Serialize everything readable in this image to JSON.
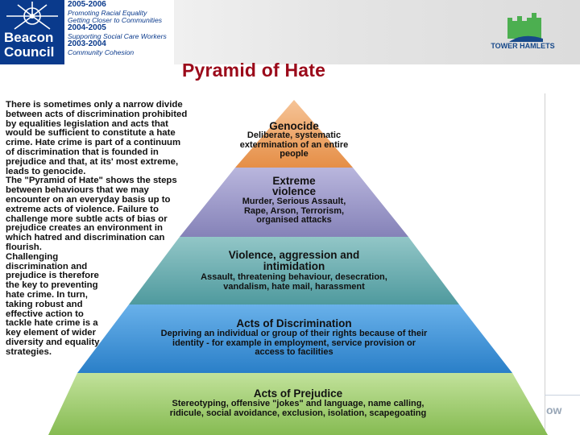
{
  "header": {
    "beacon": {
      "name_line1": "Beacon",
      "name_line2": "Council",
      "awards": [
        {
          "year": "2005-2006",
          "line1": "Promoting Racial Equality",
          "line2": "Getting Closer to Communities"
        },
        {
          "year": "2004-2005",
          "line1": "Supporting Social Care Workers",
          "line2": ""
        },
        {
          "year": "2003-2004",
          "line1": "Community Cohesion",
          "line2": ""
        }
      ]
    },
    "partner_logo": {
      "caption": "TOWER HAMLETS",
      "icon": "tower-hamlets-castle-icon"
    }
  },
  "title": "Pyramid of Hate",
  "intro": {
    "paragraph1": "There is sometimes only a narrow divide between acts of discrimination prohibited by equalities legislation and acts that would be sufficient to constitute a hate crime. Hate crime is part of a continuum of discrimination that is founded in prejudice and that, at its' most extreme, leads to genocide.",
    "paragraph2": "The \"Pyramid of Hate\" shows the steps between behaviours that we may encounter on an everyday basis up to extreme acts of violence. Failure to challenge more subtle acts of bias or prejudice creates an environment in which hatred and discrimination can flourish.",
    "paragraph3": "Challenging discrimination and prejudice is therefore the key to preventing hate crime. In turn, taking robust and effective action to tackle hate crime is a key element of wider diversity and equality strategies."
  },
  "pyramid": {
    "tiers": [
      {
        "title": "Genocide",
        "description": "Deliberate, systematic extermination of an entire people",
        "color": "#e99a55"
      },
      {
        "title": "Extreme violence",
        "description": "Murder, Serious Assault, Rape, Arson, Terrorism, organised attacks",
        "color": "#9a97c6"
      },
      {
        "title": "Violence, aggression and intimidation",
        "description": "Assault, threatening behaviour, desecration, vandalism, hate mail, harassment",
        "color": "#6cadb0"
      },
      {
        "title": "Acts of Discrimination",
        "description": "Depriving an individual or group of their rights because of their identity - for example in employment, service provision or access to facilities",
        "color": "#3c93d8"
      },
      {
        "title": "Acts of Prejudice",
        "description": "Stereotyping, offensive \"jokes\" and language, name calling, ridicule, social avoidance, exclusion, isolation, scapegoating",
        "color": "#9fcb6f"
      }
    ]
  },
  "side_fragment": "ow"
}
